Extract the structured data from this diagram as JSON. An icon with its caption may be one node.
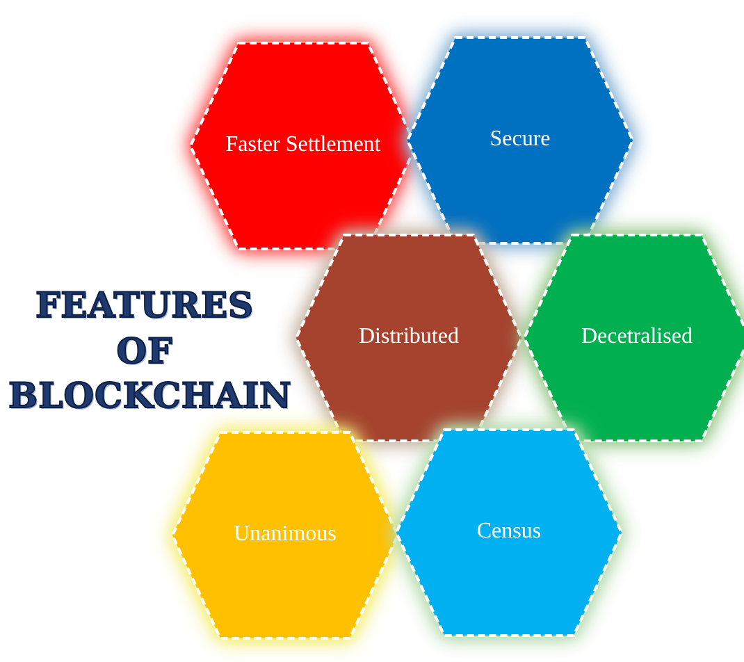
{
  "diagram": {
    "title": "FEATURES OF BLOCKCHAIN",
    "nodes": [
      {
        "text": [
          "Faster Settlement"
        ]
      },
      {
        "text": [
          "Secure"
        ]
      },
      {
        "text": [
          "Distributed"
        ]
      },
      {
        "text": [
          "Decetralised"
        ]
      },
      {
        "text": [
          "Unanimous"
        ]
      },
      {
        "text": [
          "Census"
        ]
      }
    ]
  }
}
